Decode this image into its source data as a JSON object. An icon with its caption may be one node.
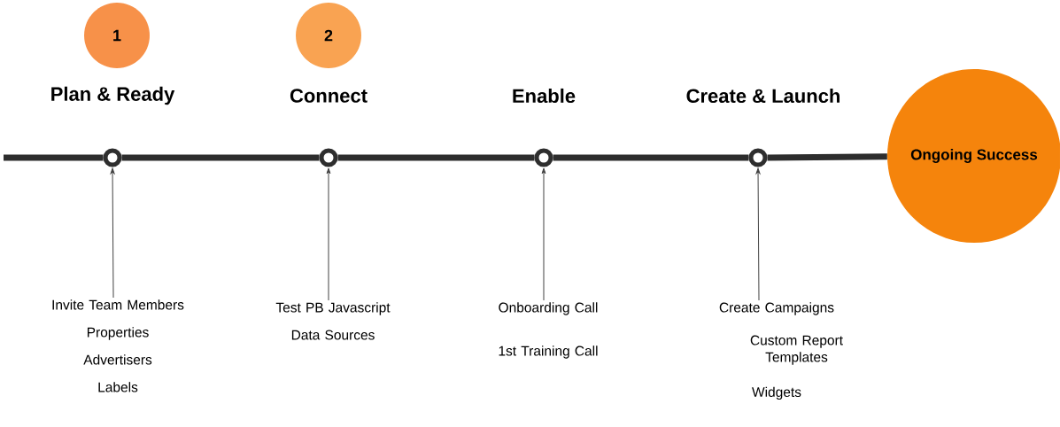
{
  "diagram": {
    "nodes": [
      {
        "text": [
          "1"
        ]
      },
      {
        "text": [
          "2"
        ]
      },
      {
        "text": [],
        "shape": "circle"
      },
      {
        "text": [],
        "shape": "circle"
      },
      {
        "text": [],
        "shape": "circle"
      },
      {
        "text": [],
        "shape": "circle"
      },
      {
        "text": [
          "Ongoing Success"
        ]
      },
      {
        "text": [
          "Invite Team Members",
          "Properties",
          "Advertisers",
          "Labels"
        ]
      },
      {
        "text": [
          "Test PB Javascript",
          "Data Sources"
        ]
      },
      {
        "text": [
          "Onboarding Call",
          "1st Training Call"
        ]
      },
      {
        "text": [
          "Create Campaigns",
          "Custom Report Templates",
          "Widgets"
        ]
      }
    ],
    "labels": [
      "Plan & Ready",
      "Connect",
      "Enable",
      "Create & Launch"
    ],
    "edges": [
      {
        "from": null,
        "to": 2,
        "arrow": "none"
      },
      {
        "from": 2,
        "to": 3,
        "arrow": "none"
      },
      {
        "from": 3,
        "to": 4,
        "arrow": "none"
      },
      {
        "from": 4,
        "to": 5,
        "arrow": "none"
      },
      {
        "from": 5,
        "to": 6,
        "arrow": "none"
      },
      {
        "from": 7,
        "to": 2,
        "arrow": "to"
      },
      {
        "from": 8,
        "to": 3,
        "arrow": "to"
      },
      {
        "from": 9,
        "to": 4,
        "arrow": "to"
      },
      {
        "from": 10,
        "to": 5,
        "arrow": "to"
      }
    ]
  }
}
